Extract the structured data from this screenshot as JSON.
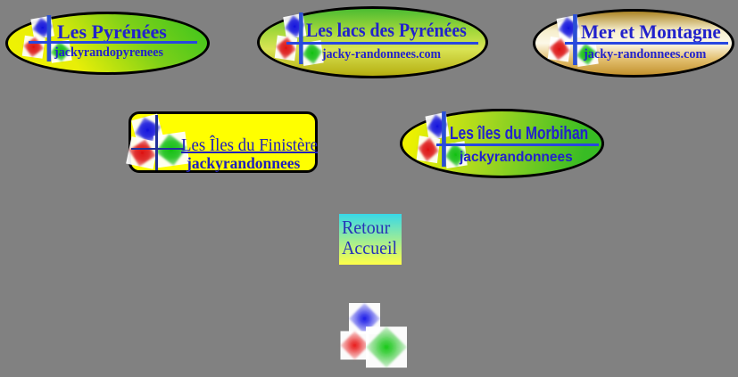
{
  "page": {
    "background": "#818181"
  },
  "banners": [
    {
      "title": "Les Pyrénées",
      "subtitle": "jackyrandopyrenees"
    },
    {
      "title": "Les lacs des Pyrénées",
      "subtitle": "jacky-randonnees.com"
    },
    {
      "title": "Mer et Montagne",
      "subtitle": "jacky-randonnees.com"
    },
    {
      "title": "Les Îles du Finistère",
      "subtitle": "jackyrandonnees"
    },
    {
      "title": "Les îles du Morbihan",
      "subtitle": "jackyrandonnees"
    }
  ],
  "home_button": {
    "line1": "Retour",
    "line2": "Accueil"
  },
  "colors": {
    "text_blue": "#2222cc",
    "navy": "#2020bb",
    "line_blue": "#2847e0",
    "yellow": "#ffff00",
    "logo_blue": "#1212e8",
    "logo_red": "#e81212",
    "logo_green": "#14c814",
    "cross_blue": "#2b4fd4",
    "cross_navy": "#223099"
  }
}
